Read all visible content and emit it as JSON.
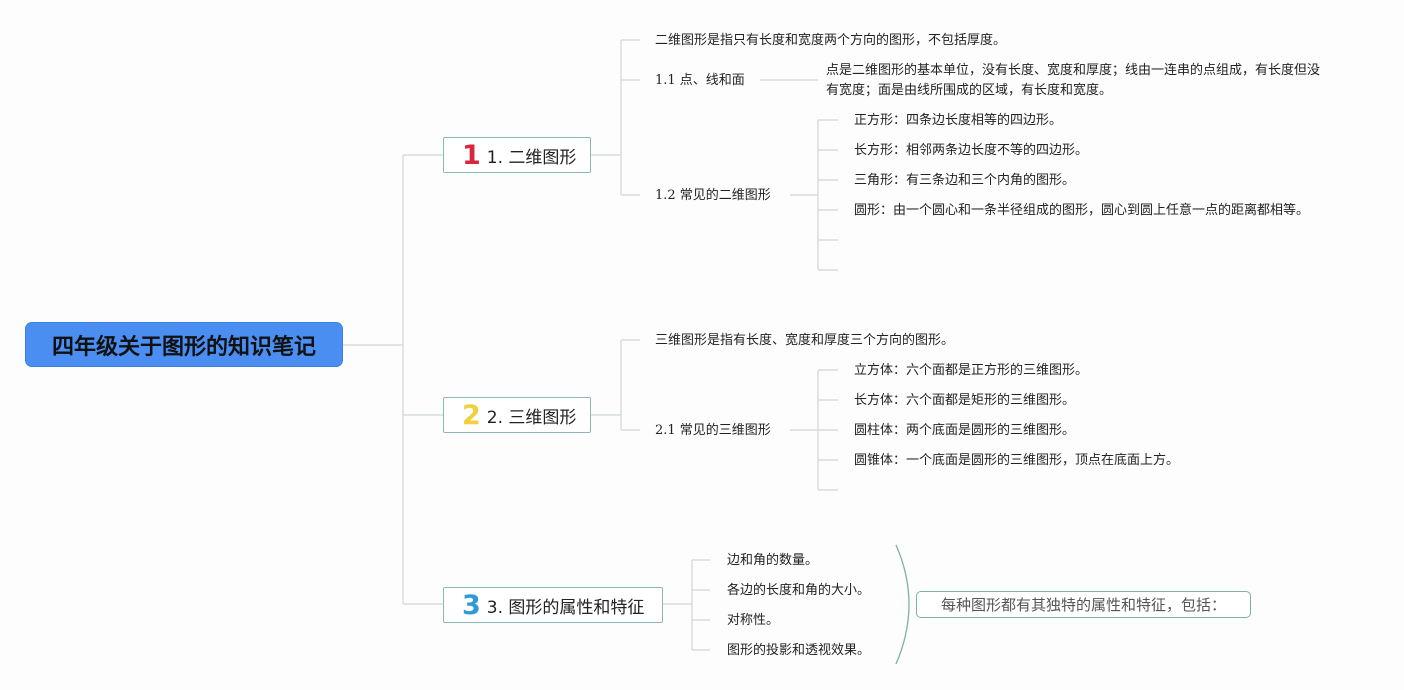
{
  "root": {
    "title": "四年级关于图形的知识笔记"
  },
  "colors": {
    "root_bg": "#4b8ef2",
    "num1": "#d9263c",
    "num2": "#f2cf3c",
    "num3": "#2f9ad6",
    "line": "#cfd6d4",
    "border": "#8bb8b0"
  },
  "branches": [
    {
      "number": "1",
      "label": "1. 二维图形",
      "definition": "二维图形是指只有长度和宽度两个方向的图形，不包括厚度。",
      "subs": [
        {
          "label": "1.1 点、线和面",
          "text": "点是二维图形的基本单位，没有长度、宽度和厚度；线由一连串的点组成，有长度但没有宽度；面是由线所围成的区域，有长度和宽度。"
        },
        {
          "label": "1.2 常见的二维图形",
          "items": [
            "正方形：四条边长度相等的四边形。",
            "长方形：相邻两条边长度不等的四边形。",
            "三角形：有三条边和三个内角的图形。",
            "圆形：由一个圆心和一条半径组成的图形，圆心到圆上任意一点的距离都相等。"
          ]
        }
      ]
    },
    {
      "number": "2",
      "label": "2. 三维图形",
      "definition": "三维图形是指有长度、宽度和厚度三个方向的图形。",
      "subs": [
        {
          "label": "2.1 常见的三维图形",
          "items": [
            "立方体：六个面都是正方形的三维图形。",
            "长方体：六个面都是矩形的三维图形。",
            "圆柱体：两个底面是圆形的三维图形。",
            "圆锥体：一个底面是圆形的三维图形，顶点在底面上方。"
          ]
        }
      ]
    },
    {
      "number": "3",
      "label": "3. 图形的属性和特征",
      "items": [
        "边和角的数量。",
        "各边的长度和角的大小。",
        "对称性。",
        "图形的投影和透视效果。"
      ],
      "summary": "每种图形都有其独特的属性和特征，包括："
    }
  ]
}
